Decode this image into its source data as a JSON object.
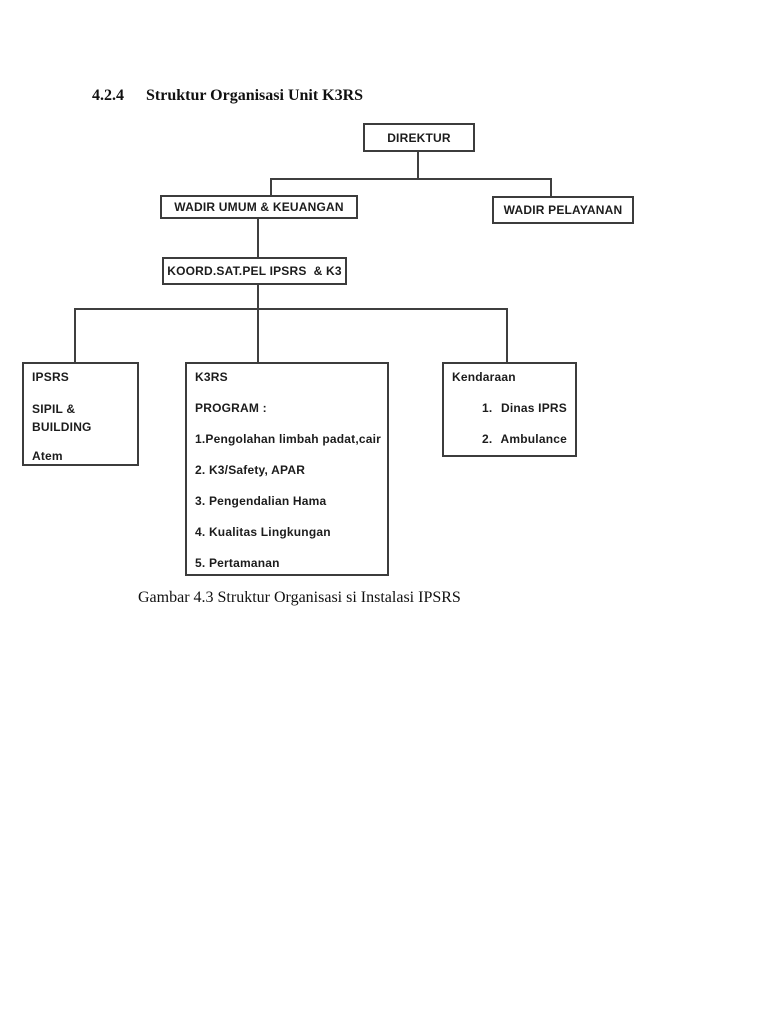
{
  "page": {
    "heading_number": "4.2.4",
    "heading_title": "Struktur Organisasi Unit K3RS",
    "caption": "Gambar 4.3 Struktur Organisasi si Instalasi IPSRS"
  },
  "chart": {
    "type": "org-chart",
    "direktur": "DIREKTUR",
    "wadir_umum": "WADIR UMUM & KEUANGAN",
    "wadir_pelayanan": "WADIR PELAYANAN",
    "koord": "KOORD.SAT.PEL IPSRS  & K3",
    "ipsrs": {
      "title": "IPSRS",
      "line1": "SIPIL &",
      "line2": "BUILDING",
      "line3": "Atem"
    },
    "k3rs": {
      "title": "K3RS",
      "subtitle": "PROGRAM :",
      "items": [
        "1.Pengolahan limbah padat,cair",
        "2. K3/Safety, APAR",
        "3. Pengendalian Hama",
        "4. Kualitas Lingkungan",
        "5. Pertamanan"
      ]
    },
    "kendaraan": {
      "title": "Kendaraan",
      "items": [
        {
          "num": "1.",
          "label": "Dinas IPRS"
        },
        {
          "num": "2.",
          "label": "Ambulance"
        }
      ]
    },
    "line_color": "#3f3f3f",
    "border_color": "#3c3c3c"
  }
}
